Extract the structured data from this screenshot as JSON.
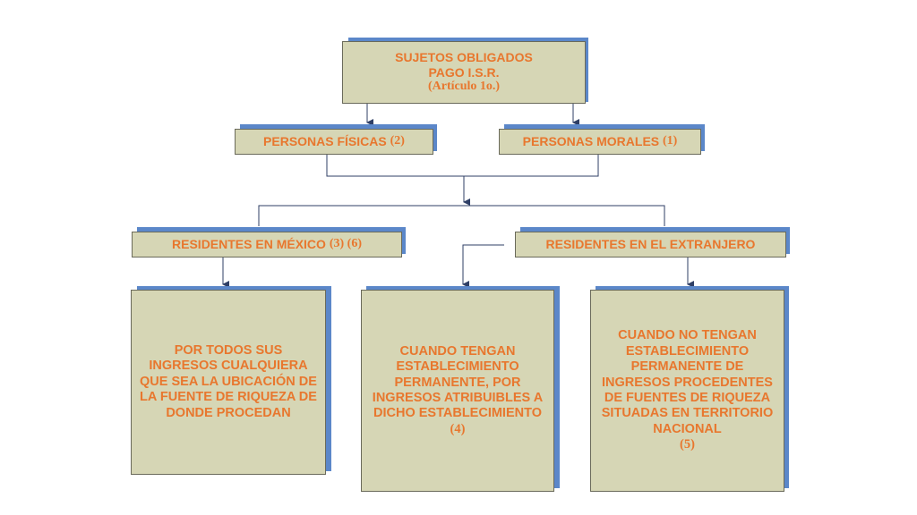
{
  "nodes": {
    "root": {
      "line1": "SUJETOS OBLIGADOS",
      "line2": "PAGO I.S.R.",
      "line3": "(Artículo 1o.)"
    },
    "fisicas": {
      "label": "PERSONAS FÍSICAS",
      "ref": "(2)"
    },
    "morales": {
      "label": "PERSONAS MORALES",
      "ref": "(1)"
    },
    "residentes_mexico": {
      "label": "RESIDENTES EN MÉXICO",
      "ref": "(3) (6)"
    },
    "residentes_extranjero": {
      "label": "RESIDENTES EN EL EXTRANJERO"
    },
    "todos_ingresos": {
      "text": "POR TODOS SUS INGRESOS CUALQUIERA QUE SEA LA UBICACIÓN DE LA FUENTE DE RIQUEZA DE DONDE PROCEDAN"
    },
    "con_establecimiento": {
      "text": "CUANDO TENGAN ESTABLECIMIENTO PERMANENTE, POR INGRESOS ATRIBUIBLES A DICHO ESTABLECIMIENTO",
      "ref": "(4)"
    },
    "sin_establecimiento": {
      "text": "CUANDO NO TENGAN ESTABLECIMIENTO PERMANENTE DE INGRESOS PROCEDENTES DE FUENTES DE RIQUEZA SITUADAS EN TERRITORIO NACIONAL",
      "ref": "(5)"
    }
  },
  "colors": {
    "box_fill": "#d6d6b5",
    "text": "#e8772e",
    "shadow": "#5b87c9",
    "connector": "#2f3f66"
  }
}
